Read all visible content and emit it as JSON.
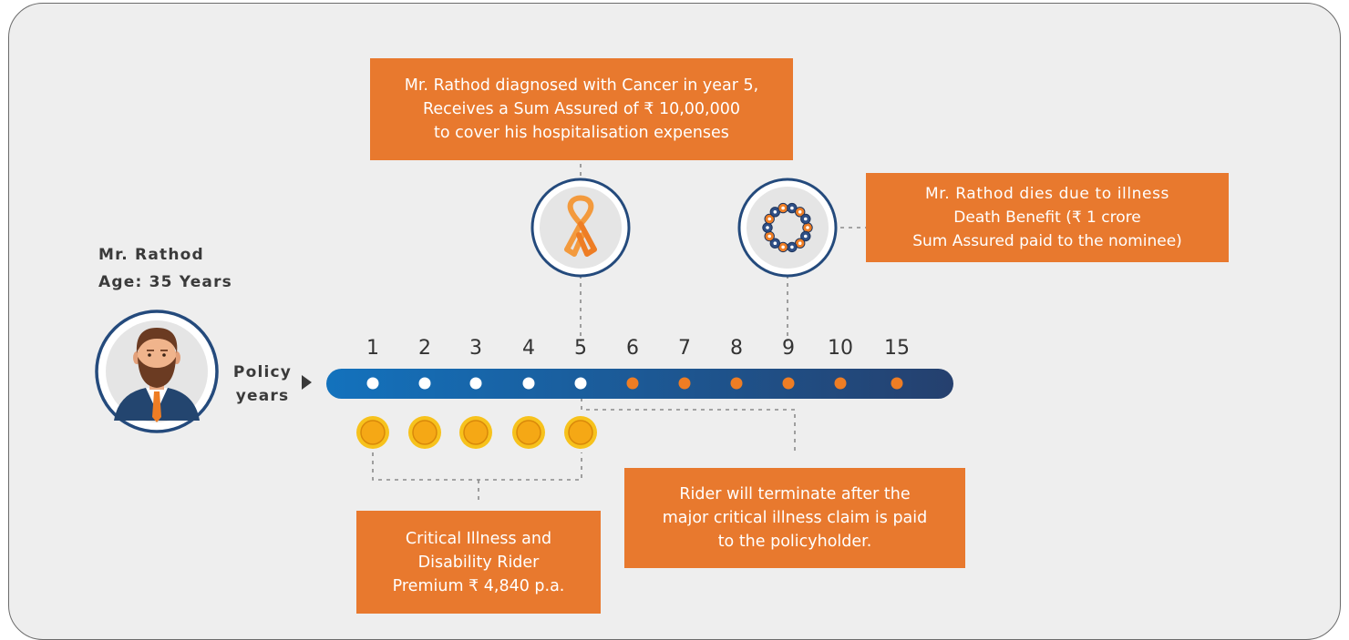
{
  "person": {
    "name": "Mr. Rathod",
    "age": "Age: 35 Years",
    "avatar_icon": "businessman-avatar-icon"
  },
  "policy_label": {
    "line1": "Policy",
    "line2": "years"
  },
  "timeline": {
    "years": [
      "1",
      "2",
      "3",
      "4",
      "5",
      "6",
      "7",
      "8",
      "9",
      "10",
      "15"
    ],
    "premium_paid_years": 5,
    "colors": {
      "bar_start": "#1372bd",
      "bar_end": "#25406e",
      "paid_dot": "#ffffff",
      "unpaid_dot": "#ee7d24",
      "coin": "#f5a815",
      "accent": "#e8792e",
      "circle_border": "#244a7c"
    }
  },
  "callouts": {
    "cancer": [
      "Mr. Rathod diagnosed with Cancer in year 5,",
      "Receives a Sum Assured of ₹ 10,00,000",
      "to cover his hospitalisation expenses"
    ],
    "death": [
      "Mr. Rathod dies due to illness",
      "Death Benefit (₹ 1 crore",
      "Sum Assured paid to the nominee)"
    ],
    "rider_premium": [
      "Critical Illness and",
      "Disability Rider",
      "Premium ₹ 4,840 p.a."
    ],
    "rider_terminate": [
      "Rider will terminate after the",
      "major critical illness claim is paid",
      "to the policyholder."
    ]
  },
  "icons": {
    "cancer_event": "cancer-ribbon-icon",
    "death_event": "wreath-icon",
    "premium": "coin-icon",
    "pointer": "play-arrow-icon"
  }
}
